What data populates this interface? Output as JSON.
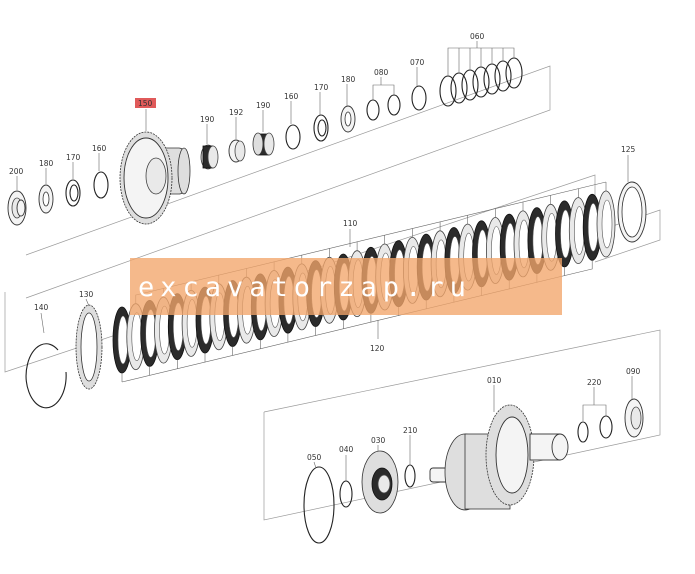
{
  "watermark": "excavatorzap.ru",
  "highlight_color": "#e05a5a",
  "watermark_color": "#f2a56a",
  "labels": {
    "l060": "060",
    "l070": "070",
    "l080": "080",
    "l180a": "180",
    "l170a": "170",
    "l160a": "160",
    "l190a": "190",
    "l192": "192",
    "l190b": "190",
    "l150": "150",
    "l200": "200",
    "l180b": "180",
    "l170b": "170",
    "l160b": "160",
    "l125": "125",
    "l110": "110",
    "l140": "140",
    "l130": "130",
    "l120": "120",
    "l010": "010",
    "l220": "220",
    "l090": "090",
    "l050": "050",
    "l040": "040",
    "l030": "030",
    "l210": "210"
  }
}
